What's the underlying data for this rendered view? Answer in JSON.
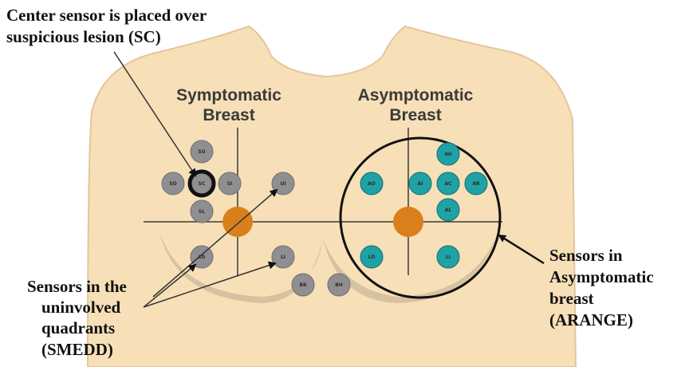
{
  "colors": {
    "skin": "#f7dfb7",
    "skin_outline": "#e3c69c",
    "fold_shadow": "#d6c2a1",
    "gray_sensor": "#8f8f92",
    "gray_sensor_edge": "#6e6e70",
    "teal_sensor": "#1fa2a6",
    "teal_sensor_edge": "#0f6f73",
    "nipple": "#d9801c",
    "line": "#3a3a3a"
  },
  "callouts": {
    "center_line1": "Center sensor is placed over",
    "center_line2": "suspicious lesion (SC)",
    "uninvolved_line1": "Sensors in the",
    "uninvolved_line2": "uninvolved",
    "uninvolved_line3": "quadrants",
    "uninvolved_line4": "(SMEDD)",
    "asym_line1": "Sensors in",
    "asym_line2": "Asymptomatic",
    "asym_line3": "breast",
    "asym_line4": "(ARANGE)"
  },
  "headings": {
    "symptomatic_line1": "Symptomatic",
    "symptomatic_line2": "Breast",
    "asymptomatic_line1": "Asymptomatic",
    "asymptomatic_line2": "Breast"
  },
  "sensor_labels": {
    "sym_top": "SU",
    "sym_left": "SO",
    "sym_center": "SC",
    "sym_right": "SI",
    "sym_bottom": "SL",
    "sym_upper_inner": "UI",
    "sym_lower_outer": "LO",
    "sym_lower_inner": "LI",
    "sym_bottom_left": "BR",
    "sym_bottom_right": "BH",
    "asym_outer": "AO",
    "asym_inner": "AI",
    "asym_top": "AU",
    "asym_center": "AC",
    "asym_right": "AR",
    "asym_bottom": "AL",
    "asym_lower_outer": "LO",
    "asym_lower_inner": "LI"
  }
}
